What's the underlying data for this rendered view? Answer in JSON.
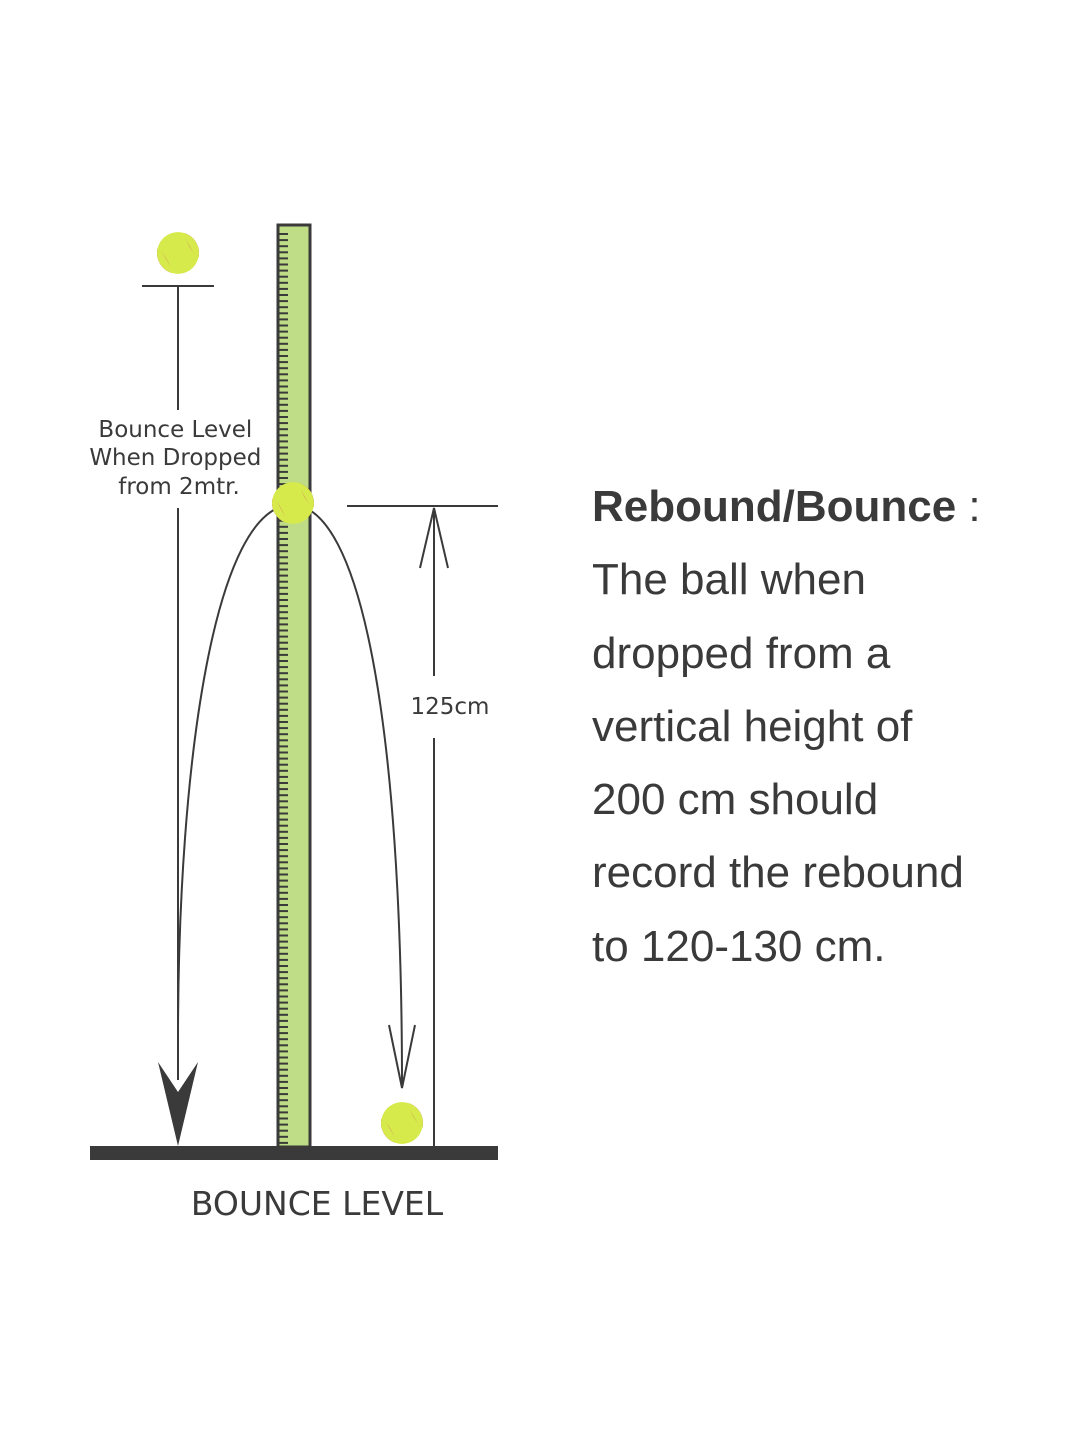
{
  "diagram": {
    "drop_label_lines": [
      "Bounce Level",
      "When Dropped",
      "from 2mtr."
    ],
    "rebound_label": "125cm",
    "floor_label": "BOUNCE LEVEL"
  },
  "description": {
    "title": "Rebound/Bounce",
    "separator": " :",
    "lines": [
      "The ball when",
      "dropped from a",
      "vertical height of",
      "200 cm should",
      "record the rebound",
      "to 120-130 cm."
    ]
  },
  "colors": {
    "ink": "#3a3a3a",
    "ruler": "#bfdc86",
    "ball": "#d6ea4c",
    "ball_stripe": "#c8186e"
  }
}
